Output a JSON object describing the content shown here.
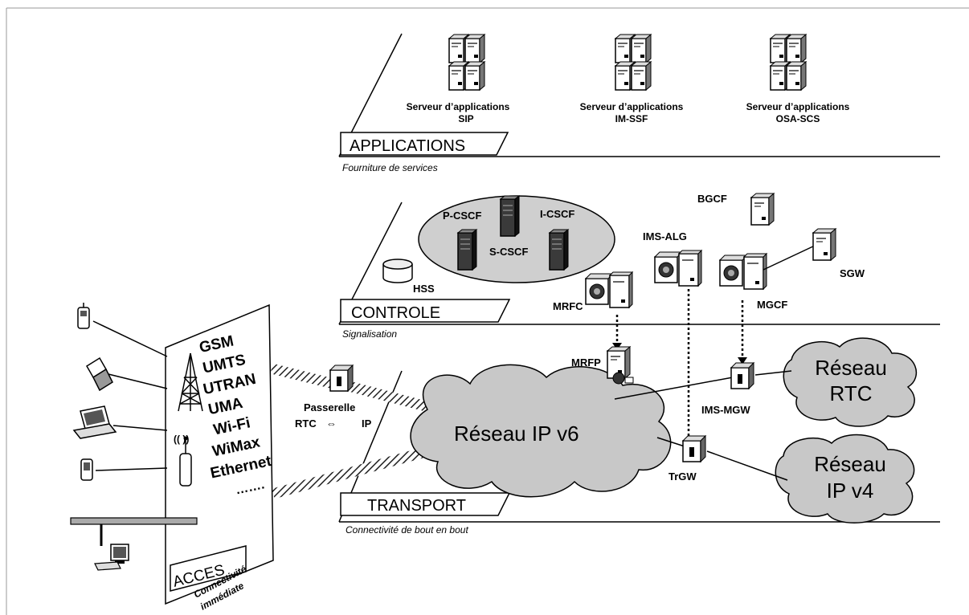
{
  "layers": {
    "applications": {
      "title": "APPLICATIONS",
      "caption": "Fourniture de services"
    },
    "controle": {
      "title": "CONTROLE",
      "caption": "Signalisation"
    },
    "transport": {
      "title": "TRANSPORT",
      "caption": "Connectivité de bout en bout"
    }
  },
  "app_servers": [
    {
      "line1": "Serveur d’applications",
      "line2": "SIP"
    },
    {
      "line1": "Serveur d’applications",
      "line2": "IM-SSF"
    },
    {
      "line1": "Serveur d’applications",
      "line2": "OSA-SCS"
    }
  ],
  "control_nodes": {
    "p_cscf": "P-CSCF",
    "i_cscf": "I-CSCF",
    "s_cscf": "S-CSCF",
    "hss": "HSS",
    "bgcf": "BGCF",
    "ims_alg": "IMS-ALG",
    "mrfc": "MRFC",
    "mgcf": "MGCF",
    "sgw": "SGW"
  },
  "transport_nodes": {
    "mrfp": "MRFP",
    "ims_mgw": "IMS-MGW",
    "trgw": "TrGW",
    "gateway_line1": "Passerelle",
    "gateway_rtc": "RTC",
    "gateway_arrow": "⇔",
    "gateway_ip": "IP"
  },
  "clouds": {
    "ipv6": "Réseau IP v6",
    "rtc_line1": "Réseau",
    "rtc_line2": "RTC",
    "ipv4_line1": "Réseau",
    "ipv4_line2": "IP v4"
  },
  "access": {
    "technologies": [
      "GSM",
      "UMTS",
      "UTRAN",
      "UMA",
      "Wi-Fi",
      "WiMax",
      "Ethernet",
      "……."
    ],
    "title": "ACCES",
    "caption_line1": "Connectivité",
    "caption_line2": "immédiate"
  },
  "colors": {
    "cloud_fill": "#c8c8c8",
    "ellipse_fill": "#cfcfcf",
    "link_dark": "#1a1a1a"
  }
}
